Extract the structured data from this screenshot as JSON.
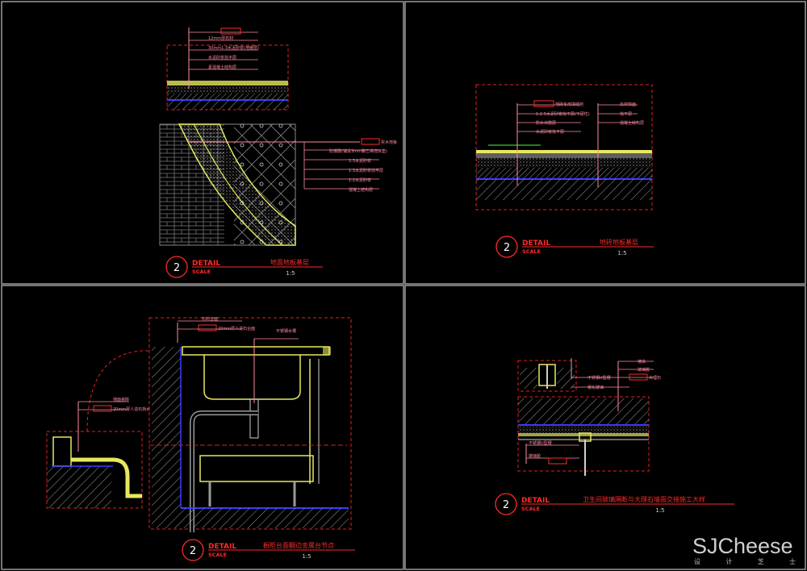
{
  "panels": [
    {
      "detail_number": "2",
      "detail_label": "DETAIL",
      "scale_label": "SCALE",
      "title": "地面地板基层",
      "scale": "1:5",
      "notes": [
        "",
        "12mm厚石材",
        "30mm1:3水泥砂浆(地暖层)",
        "水泥砂浆找平层",
        "素混凝土结构层"
      ],
      "notes_lower": [
        "实木地板",
        "防潮膜(铺设3mm聚乙烯泡沫垫)",
        "1:3水泥砂浆",
        "1:3水泥砂浆找平层",
        "1:2水泥砂浆",
        "混凝土结构层"
      ]
    },
    {
      "detail_number": "2",
      "detail_label": "DETAIL",
      "scale_label": "SCALE",
      "title": "地砖地板基层",
      "scale": "1:5",
      "notes": [
        "地砖专用填缝剂",
        "1:2.5水泥砂浆找平层(干硬性)",
        "防水涂膜层",
        "水泥砂浆找平层"
      ],
      "notes_right": [
        "石材饰面",
        "找平层",
        "混凝土结构层"
      ]
    },
    {
      "detail_number": "2",
      "detail_label": "DETAIL",
      "scale_label": "SCALE",
      "title": "橱柜台面翻边金属台节点",
      "scale": "1:5",
      "notes": [
        "石材台面",
        "20mm厚人造石台面",
        "不锈钢水槽"
      ],
      "notes_side": [
        "墙面瓷砖",
        "20mm厚人造石挡水"
      ]
    },
    {
      "detail_number": "2",
      "detail_label": "DETAIL",
      "scale_label": "SCALE",
      "title": "卫生间玻璃隔断与大理石墙面交接施工大样",
      "scale": "1:5",
      "notes": [
        "墙体",
        "玻璃胶",
        "大理石",
        "不锈钢U型槽",
        "钢化玻璃"
      ],
      "notes_lower": [
        "不锈钢U型槽",
        "玻璃胶"
      ]
    }
  ],
  "watermark": {
    "brand": "SJCheese",
    "sub": [
      "设",
      "计",
      "芝",
      "士"
    ]
  },
  "colors": {
    "bg": "#000000",
    "frame": "#9a9a9a",
    "red": "#ff2a2a",
    "dashed_red": "#e02020",
    "yellow": "#e8e860",
    "pink": "#ff8ca0",
    "blue": "#3c3cff",
    "white": "#ffffff",
    "gray": "#7a7a7a"
  }
}
